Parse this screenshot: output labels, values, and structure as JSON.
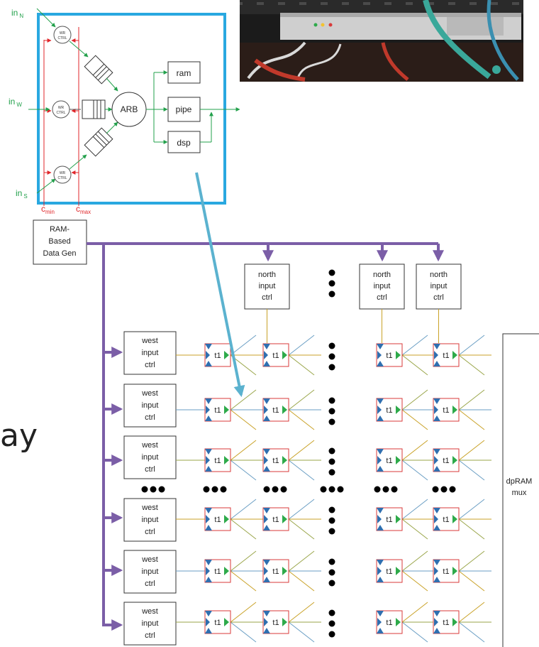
{
  "detail": {
    "inputs": {
      "north": {
        "base": "in",
        "sub": "N"
      },
      "west": {
        "base": "in",
        "sub": "W"
      },
      "south": {
        "base": "in",
        "sub": "S"
      }
    },
    "wr_ctrl_label": [
      "WR",
      "CTRL"
    ],
    "arb_label": "ARB",
    "blocks": {
      "ram": "ram",
      "pipe": "pipe",
      "dsp": "dsp"
    },
    "cmin": {
      "base": "c",
      "sub": "min"
    },
    "cmax": {
      "base": "c",
      "sub": "max"
    }
  },
  "data_gen_label": [
    "RAM-",
    "Based",
    "Data Gen"
  ],
  "north_input_ctrl_label": [
    "north",
    "input",
    "ctrl"
  ],
  "west_input_ctrl_label": [
    "west",
    "input",
    "ctrl"
  ],
  "tile_label": "t1",
  "dpram_label": [
    "dpRAM",
    "mux"
  ],
  "partial_word": "ay",
  "colors": {
    "detail_border": "#29a8e0",
    "bus": "#7b5ea7",
    "accent_arrow": "#5bb2cf",
    "tile_border": "#d93a3a",
    "tile_blue": "#2f6fb0",
    "tile_green": "#2eaa4a",
    "wire_gold": "#c9a227",
    "wire_blue": "#6a9ec4",
    "wire_olive": "#9aa64a",
    "red_line": "#e0262a",
    "green_line": "#22a04b"
  },
  "photo": "rack-hardware-photo"
}
